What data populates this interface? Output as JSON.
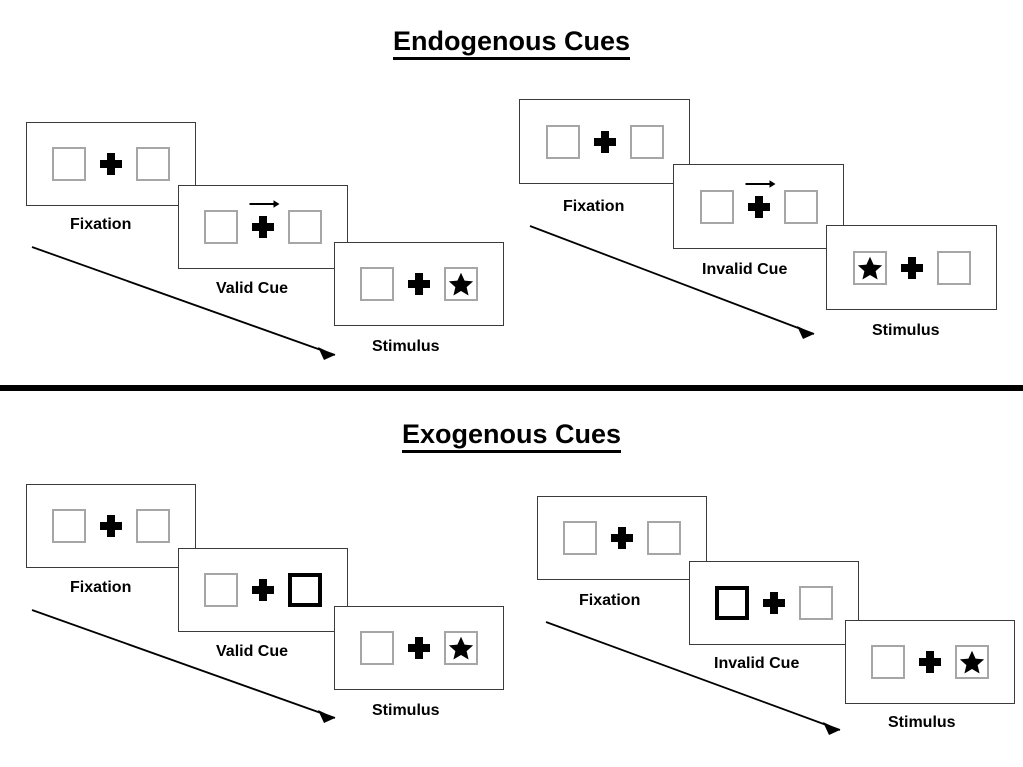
{
  "sections": [
    {
      "id": "endogenous",
      "title": "Endogenous Cues",
      "conditions": [
        {
          "id": "endogenous-valid",
          "cue_type": "arrow",
          "panels": [
            {
              "label": "Fixation",
              "left_box": "empty",
              "right_box": "empty",
              "cue": "none",
              "arrow": false
            },
            {
              "label": "Valid Cue",
              "left_box": "empty",
              "right_box": "empty",
              "cue": "arrow-right",
              "arrow": true
            },
            {
              "label": "Stimulus",
              "left_box": "empty",
              "right_box": "star",
              "cue": "none",
              "arrow": false
            }
          ]
        },
        {
          "id": "endogenous-invalid",
          "cue_type": "arrow",
          "panels": [
            {
              "label": "Fixation",
              "left_box": "empty",
              "right_box": "empty",
              "cue": "none",
              "arrow": false
            },
            {
              "label": "Invalid Cue",
              "left_box": "empty",
              "right_box": "empty",
              "cue": "arrow-right",
              "arrow": true
            },
            {
              "label": "Stimulus",
              "left_box": "star",
              "right_box": "empty",
              "cue": "none",
              "arrow": false
            }
          ]
        }
      ]
    },
    {
      "id": "exogenous",
      "title": "Exogenous Cues",
      "conditions": [
        {
          "id": "exogenous-valid",
          "cue_type": "peripheral-box",
          "panels": [
            {
              "label": "Fixation",
              "left_box": "empty",
              "right_box": "empty",
              "cue": "none",
              "arrow": false
            },
            {
              "label": "Valid Cue",
              "left_box": "empty",
              "right_box": "cued",
              "cue": "box-right",
              "arrow": false
            },
            {
              "label": "Stimulus",
              "left_box": "empty",
              "right_box": "star",
              "cue": "none",
              "arrow": false
            }
          ]
        },
        {
          "id": "exogenous-invalid",
          "cue_type": "peripheral-box",
          "panels": [
            {
              "label": "Fixation",
              "left_box": "empty",
              "right_box": "empty",
              "cue": "none",
              "arrow": false
            },
            {
              "label": "Invalid Cue",
              "left_box": "cued",
              "right_box": "empty",
              "cue": "box-left",
              "arrow": false
            },
            {
              "label": "Stimulus",
              "left_box": "empty",
              "right_box": "star",
              "cue": "none",
              "arrow": false
            }
          ]
        }
      ]
    }
  ],
  "labels": {
    "endogenous_title": "Endogenous Cues",
    "exogenous_title": "Exogenous Cues",
    "fixation": "Fixation",
    "valid_cue": "Valid Cue",
    "invalid_cue": "Invalid Cue",
    "stimulus": "Stimulus"
  },
  "colors": {
    "panel_border": "#3b3b3b",
    "box_border": "#a6a6a6",
    "cued_box_border": "#000000",
    "text": "#000000",
    "background": "#ffffff",
    "divider": "#000000"
  }
}
